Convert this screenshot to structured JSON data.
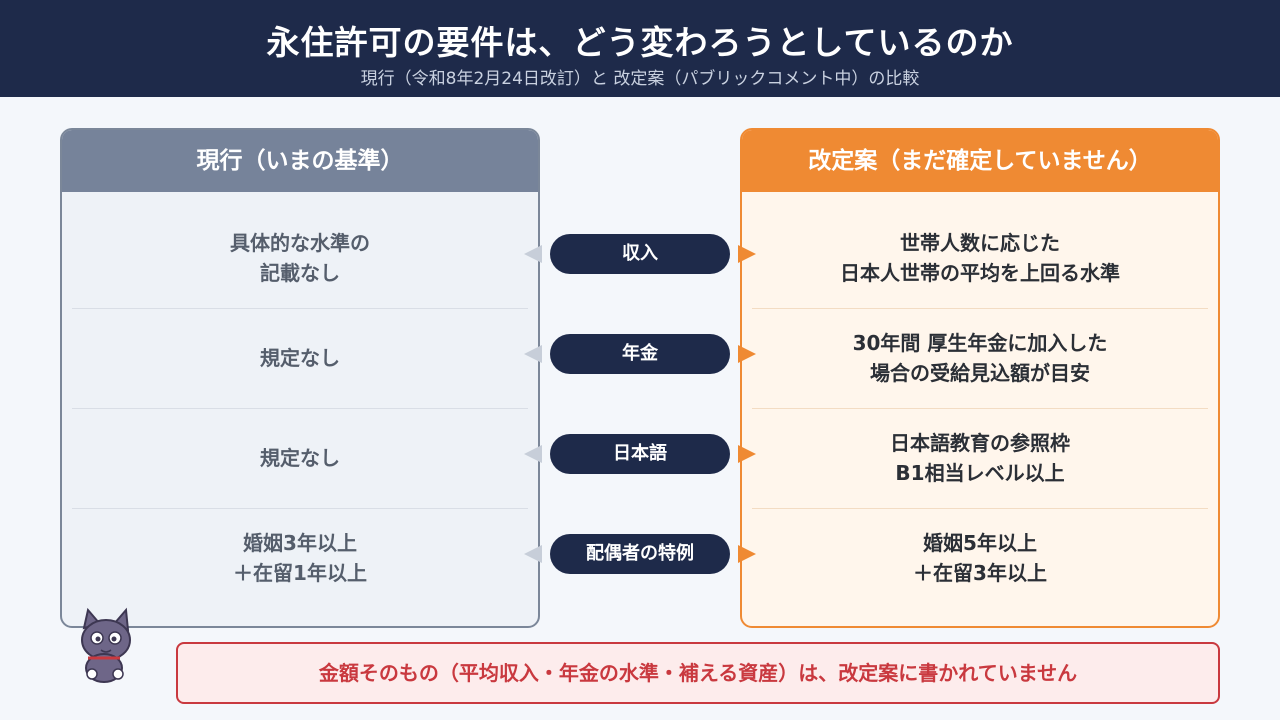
{
  "header": {
    "title": "永住許可の要件は、どう変わろうとしているのか",
    "subtitle": "現行（令和8年2月24日改訂）と 改定案（パブリックコメント中）の比較"
  },
  "current": {
    "title": "現行（いまの基準）",
    "rows": [
      "具体的な水準の\n記載なし",
      "規定なし",
      "規定なし",
      "婚姻3年以上\n＋在留1年以上"
    ]
  },
  "proposed": {
    "title": "改定案（まだ確定していません）",
    "rows": [
      "世帯人数に応じた\n日本人世帯の平均を上回る水準",
      "30年間 厚生年金に加入した\n場合の受給見込額が目安",
      "日本語教育の参照枠\nB1相当レベル以上",
      "婚姻5年以上\n＋在留3年以上"
    ]
  },
  "categories": [
    "収入",
    "年金",
    "日本語",
    "配偶者の特例"
  ],
  "note": "金額そのもの（平均収入・年金の水準・補える資産）は、改定案に書かれていません",
  "colors": {
    "navy": "#1e2a4a",
    "slate": "#76839a",
    "orange": "#ef8a33",
    "red": "#c9393f"
  }
}
